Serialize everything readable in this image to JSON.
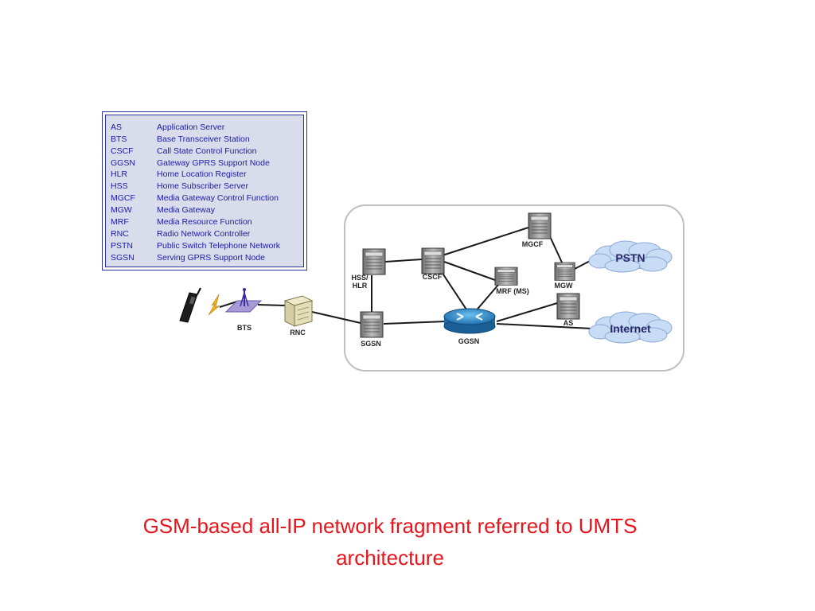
{
  "legend": {
    "entries": [
      {
        "abbr": "AS",
        "full": "Application Server"
      },
      {
        "abbr": "BTS",
        "full": "Base Transceiver Station"
      },
      {
        "abbr": "CSCF",
        "full": "Call State Control Function"
      },
      {
        "abbr": "GGSN",
        "full": "Gateway GPRS Support Node"
      },
      {
        "abbr": "HLR",
        "full": "Home Location Register"
      },
      {
        "abbr": "HSS",
        "full": "Home Subscriber Server"
      },
      {
        "abbr": "MGCF",
        "full": "Media Gateway Control Function"
      },
      {
        "abbr": "MGW",
        "full": "Media Gateway"
      },
      {
        "abbr": "MRF",
        "full": "Media Resource Function"
      },
      {
        "abbr": "RNC",
        "full": "Radio Network Controller"
      },
      {
        "abbr": "PSTN",
        "full": "Public Switch Telephone Network"
      },
      {
        "abbr": "SGSN",
        "full": "Serving GPRS Support Node"
      }
    ]
  },
  "diagram": {
    "labels": {
      "bts": "BTS",
      "rnc": "RNC",
      "sgsn": "SGSN",
      "hss_line1": "HSS/",
      "hss_line2": "HLR",
      "cscf": "CSCF",
      "mgcf": "MGCF",
      "mrf": "MRF (MS)",
      "mgw": "MGW",
      "ggsn": "GGSN",
      "as": "AS",
      "pstn": "PSTN",
      "internet": "Internet"
    },
    "colors": {
      "line": "#1a1a1a",
      "cloud": "#c9dcf5",
      "cloud_text": "#2a2a6a",
      "router": "#2f86c8"
    }
  },
  "caption": {
    "line1": "GSM-based all-IP network fragment referred to UMTS",
    "line2": "architecture"
  }
}
